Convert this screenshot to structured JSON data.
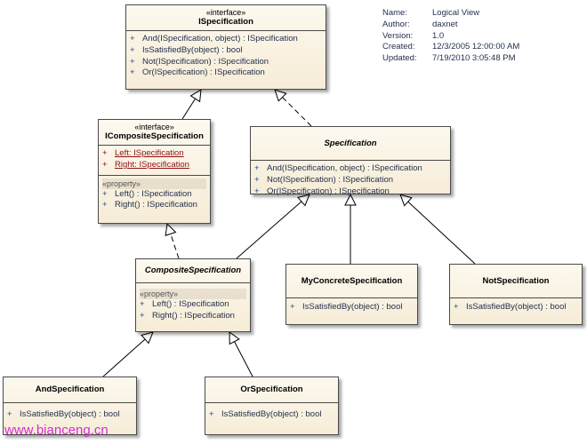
{
  "info": {
    "rows": [
      {
        "label": "Name:",
        "value": "Logical View"
      },
      {
        "label": "Author:",
        "value": "daxnet"
      },
      {
        "label": "Version:",
        "value": "1.0"
      },
      {
        "label": "Created:",
        "value": "12/3/2005 12:00:00 AM"
      },
      {
        "label": "Updated:",
        "value": "7/19/2010 3:05:48 PM"
      }
    ]
  },
  "classes": {
    "ispecification": {
      "stereotype": "«interface»",
      "name": "ISpecification",
      "ops": [
        "And(ISpecification, object) : ISpecification",
        "IsSatisfiedBy(object) : bool",
        "Not(ISpecification) : ISpecification",
        "Or(ISpecification) : ISpecification"
      ]
    },
    "icomposite": {
      "stereotype": "«interface»",
      "name": "ICompositeSpecification",
      "attrs": [
        "Left:  ISpecification",
        "Right:  ISpecification"
      ],
      "prop_label": "«property»",
      "ops": [
        "Left() : ISpecification",
        "Right() : ISpecification"
      ]
    },
    "specification": {
      "name": "Specification",
      "ops": [
        "And(ISpecification, object) : ISpecification",
        "Not(ISpecification) : ISpecification",
        "Or(ISpecification) : ISpecification"
      ]
    },
    "composite": {
      "name": "CompositeSpecification",
      "prop_label": "«property»",
      "ops": [
        "Left() : ISpecification",
        "Right() : ISpecification"
      ]
    },
    "myconcrete": {
      "name": "MyConcreteSpecification",
      "ops": [
        "IsSatisfiedBy(object) : bool"
      ]
    },
    "notspec": {
      "name": "NotSpecification",
      "ops": [
        "IsSatisfiedBy(object) : bool"
      ]
    },
    "andspec": {
      "name": "AndSpecification",
      "ops": [
        "IsSatisfiedBy(object) : bool"
      ]
    },
    "orspec": {
      "name": "OrSpecification",
      "ops": [
        "IsSatisfiedBy(object) : bool"
      ]
    }
  },
  "plus_symbol": "+",
  "watermark": "www.bianceng.cn"
}
